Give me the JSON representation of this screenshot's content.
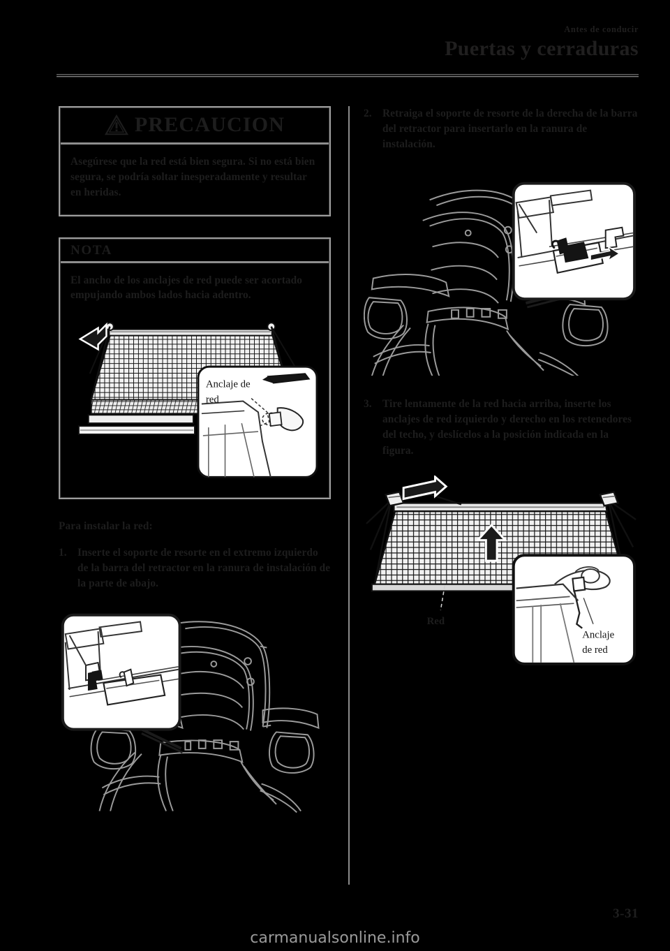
{
  "header": {
    "kicker": "Antes de conducir",
    "title": "Puertas y cerraduras"
  },
  "footer": {
    "page_number": "3-31",
    "watermark": "carmanualsonline.info"
  },
  "left_column": {
    "caution_box": {
      "title": "PRECAUCION",
      "icon": "warning-triangle-icon",
      "body": "Asegúrese que la red está bien segura. Si no está bien segura, se podría soltar inesperadamente y resultar en heridas."
    },
    "note_box": {
      "title": "NOTA",
      "body": "El ancho de los anclajes de red puede ser acortado empujando ambos lados hacia adentro.",
      "figure": {
        "name": "cargo-net-width-adjust-figure",
        "callout_label_line1": "Anclaje de",
        "callout_label_line2": "red"
      }
    },
    "lead_text": "Para instalar la red:",
    "step": {
      "number": "1.",
      "text": "Inserte el soporte de resorte en el extremo izquierdo de la barra del retractor en la ranura de instalación de la parte de abajo."
    },
    "figure": {
      "name": "retractor-bar-left-install-figure"
    }
  },
  "right_column": {
    "step2": {
      "number": "2.",
      "text": "Retraiga el soporte de resorte de la derecha de la barra del retractor para insertarlo en la ranura de instalación."
    },
    "figure2": {
      "name": "retractor-bar-right-install-figure"
    },
    "step3": {
      "number": "3.",
      "text": "Tire lentamente de la red hacia arriba, inserte los anclajes de red izquierdo y derecho en los retenedores del techo, y deslícelos a la posición indicada en la figura."
    },
    "figure3": {
      "name": "net-anchor-roof-retainer-figure",
      "label_net": "Red",
      "callout_label_line1": "Anclaje",
      "callout_label_line2": "de red"
    }
  },
  "colors": {
    "page_background": "#000000",
    "text": "#1d1d1d",
    "rule": "#8e8e8e",
    "watermark": "#9a9a9a"
  }
}
